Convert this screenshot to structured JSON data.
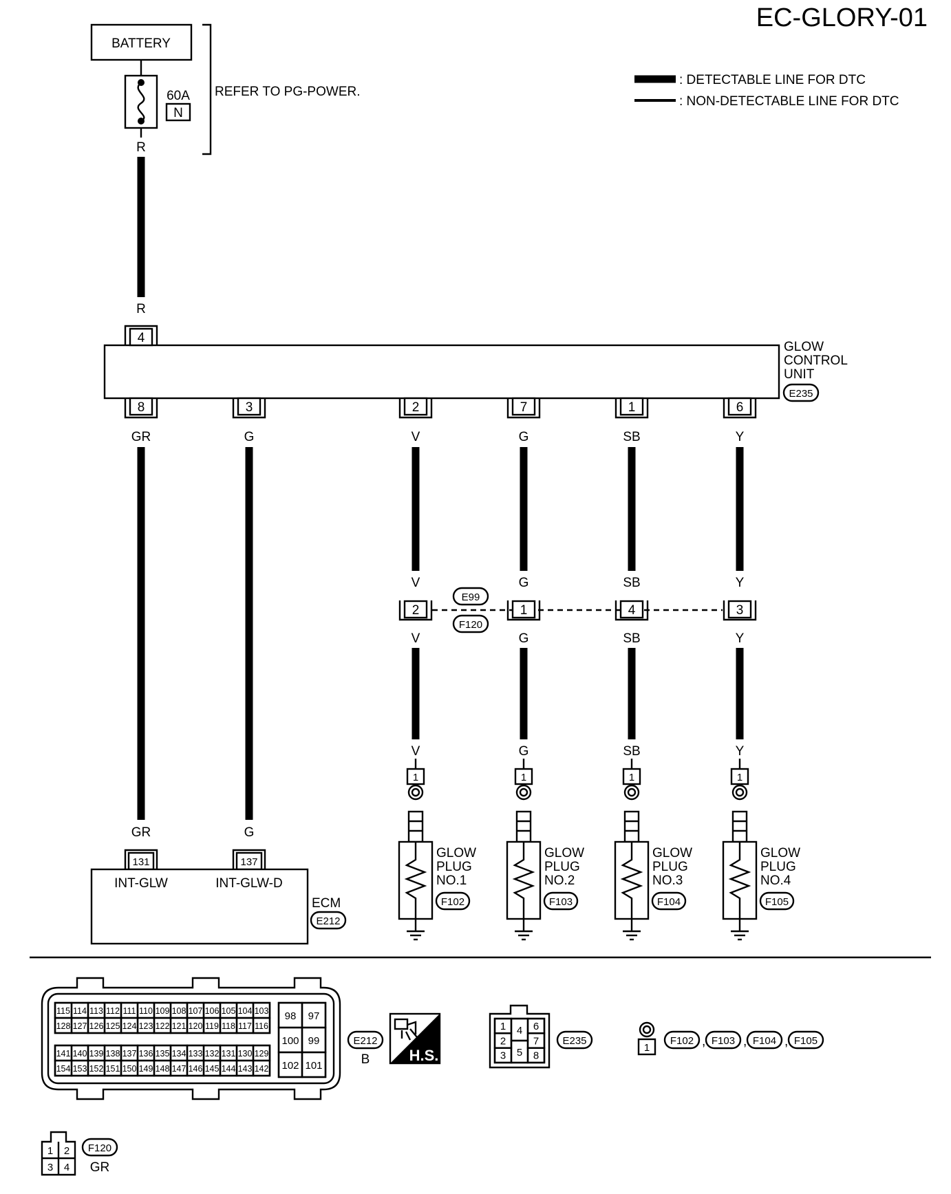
{
  "title": "EC-GLORY-01",
  "legend": {
    "detectable": ": DETECTABLE LINE FOR DTC",
    "non_detectable": ": NON-DETECTABLE LINE FOR DTC"
  },
  "battery": {
    "label": "BATTERY",
    "fuse_rating": "60A",
    "fuse_id": "N",
    "refer": "REFER TO PG-POWER.",
    "wire_color": "R"
  },
  "gcu": {
    "name_line1": "GLOW",
    "name_line2": "CONTROL",
    "name_line3": "UNIT",
    "connector": "E235",
    "input_pin": "4",
    "input_color": "R"
  },
  "ecm_wires": [
    {
      "gcu_pin": "8",
      "color": "GR",
      "ecm_pin": "131",
      "ecm_label": "INT-GLW"
    },
    {
      "gcu_pin": "3",
      "color": "G",
      "ecm_pin": "137",
      "ecm_label": "INT-GLW-D"
    }
  ],
  "ecm": {
    "name": "ECM",
    "connector": "E212"
  },
  "joint": {
    "top_connector": "E99",
    "bottom_connector": "F120"
  },
  "plug_wires": [
    {
      "gcu_pin": "2",
      "color": "V",
      "joint_pin": "2",
      "plug_pin": "1",
      "plug_line1": "GLOW",
      "plug_line2": "PLUG",
      "plug_line3": "NO.1",
      "plug_connector": "F102"
    },
    {
      "gcu_pin": "7",
      "color": "G",
      "joint_pin": "1",
      "plug_pin": "1",
      "plug_line1": "GLOW",
      "plug_line2": "PLUG",
      "plug_line3": "NO.2",
      "plug_connector": "F103"
    },
    {
      "gcu_pin": "1",
      "color": "SB",
      "joint_pin": "4",
      "plug_pin": "1",
      "plug_line1": "GLOW",
      "plug_line2": "PLUG",
      "plug_line3": "NO.3",
      "plug_connector": "F104"
    },
    {
      "gcu_pin": "6",
      "color": "Y",
      "joint_pin": "3",
      "plug_pin": "1",
      "plug_line1": "GLOW",
      "plug_line2": "PLUG",
      "plug_line3": "NO.4",
      "plug_connector": "F105"
    }
  ],
  "connectors_view": {
    "e212": {
      "id": "E212",
      "color": "B",
      "row1": [
        "115",
        "114",
        "113",
        "112",
        "111",
        "110",
        "109",
        "108",
        "107",
        "106",
        "105",
        "104",
        "103"
      ],
      "row2": [
        "128",
        "127",
        "126",
        "125",
        "124",
        "123",
        "122",
        "121",
        "120",
        "119",
        "118",
        "117",
        "116"
      ],
      "row3": [
        "141",
        "140",
        "139",
        "138",
        "137",
        "136",
        "135",
        "134",
        "133",
        "132",
        "131",
        "130",
        "129"
      ],
      "row4": [
        "154",
        "153",
        "152",
        "151",
        "150",
        "149",
        "148",
        "147",
        "146",
        "145",
        "144",
        "143",
        "142"
      ],
      "right_block": [
        [
          "98",
          "97"
        ],
        [
          "100",
          "99"
        ],
        [
          "102",
          "101"
        ]
      ]
    },
    "hs_label": "H.S.",
    "e235": {
      "id": "E235",
      "left": [
        "1",
        "2",
        "3"
      ],
      "mid": [
        "4",
        "5"
      ],
      "right": [
        "6",
        "7",
        "8"
      ]
    },
    "glow_plug_connector": {
      "pin": "1",
      "ids": [
        "F102",
        "F103",
        "F104",
        "F105"
      ],
      "separator": ","
    },
    "f120": {
      "id": "F120",
      "color": "GR",
      "pins": [
        [
          "1",
          "2"
        ],
        [
          "3",
          "4"
        ]
      ]
    }
  }
}
